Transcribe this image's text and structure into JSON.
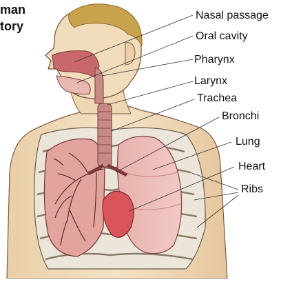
{
  "title_fragments": [
    "man",
    "tory"
  ],
  "labels": {
    "nasal_passage": "Nasal passage",
    "oral_cavity": "Oral cavity",
    "pharynx": "Pharynx",
    "larynx": "Larynx",
    "trachea": "Trachea",
    "bronchi": "Bronchi",
    "lung": "Lung",
    "heart": "Heart",
    "ribs": "Ribs"
  },
  "colors": {
    "skin": "#f1dcbc",
    "skin_shade": "#e2c49c",
    "hair": "#c9a24e",
    "lung": "#e8a9a4",
    "lung_dark": "#c9767a",
    "airway": "#c88a86",
    "heart": "#d9555a",
    "bone": "#efeae0",
    "outline": "#3a2a20"
  }
}
